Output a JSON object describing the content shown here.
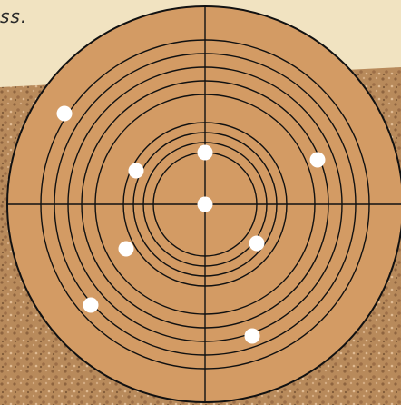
{
  "instruction": {
    "fragment": "ss."
  },
  "colors": {
    "paper": "#f1e3c1",
    "cork": "#b98a5e",
    "board": "#d39b64",
    "board_stroke": "#111111",
    "hole": "#ffffff"
  },
  "icons": {
    "board": "concentric-target-board",
    "hole": "white-peg-hole"
  },
  "target": {
    "ring_count": 9,
    "holes": [
      {
        "name": "hole-center"
      },
      {
        "name": "hole-upper-center"
      },
      {
        "name": "hole-upper-left-inner"
      },
      {
        "name": "hole-upper-left-outer"
      },
      {
        "name": "hole-upper-right"
      },
      {
        "name": "hole-lower-left-inner"
      },
      {
        "name": "hole-lower-right-inner"
      },
      {
        "name": "hole-lower-left-outer"
      },
      {
        "name": "hole-lower-right-outer"
      }
    ]
  }
}
